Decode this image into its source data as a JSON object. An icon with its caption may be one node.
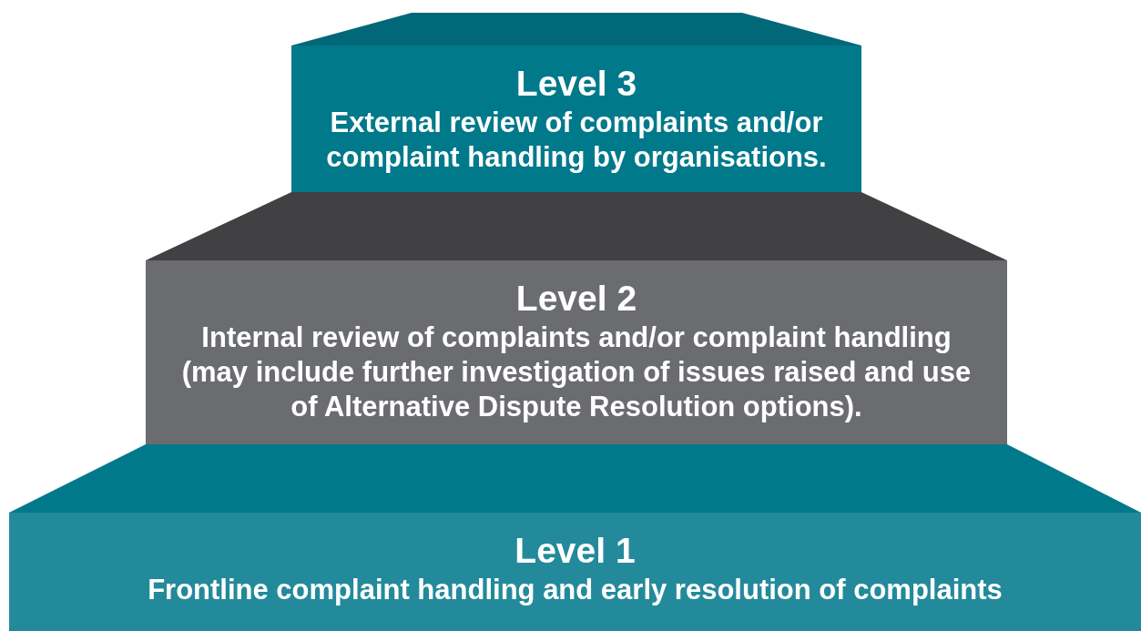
{
  "diagram": {
    "nodes": [
      {
        "text": [
          "Level 3",
          "External review of complaints and/or complaint handling by organisations."
        ]
      },
      {
        "text": [
          "Level 2",
          "Internal review of complaints and/or complaint handling (may include further investigation of issues raised and use of Alternative Dispute Resolution options)."
        ]
      },
      {
        "text": [
          "Level 1",
          "Frontline complaint handling and early resolution of complaints"
        ]
      }
    ]
  }
}
